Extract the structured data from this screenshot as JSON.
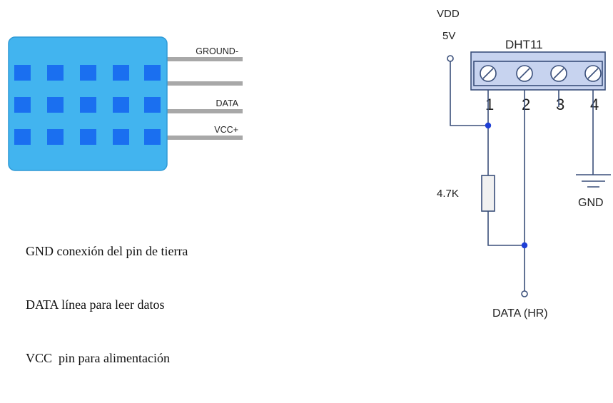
{
  "sensor_figure": {
    "pin_labels": {
      "ground": "GROUND-",
      "data": "DATA",
      "vcc": "VCC+"
    },
    "colors": {
      "body": "#42b4ef",
      "body_edge": "#2f9ad6",
      "squares": "#1a6ff0",
      "pins": "#a8a8a8"
    }
  },
  "description": {
    "lines": [
      "GND conexión del pin de tierra",
      "DATA línea para leer datos",
      "VCC  pin para alimentación"
    ]
  },
  "schematic": {
    "supply_label": "VDD",
    "supply_value": "5V",
    "component_label": "DHT11",
    "pin_numbers": [
      "1",
      "2",
      "3",
      "4"
    ],
    "resistor_label": "4.7K",
    "ground_label": "GND",
    "output_label": "DATA (HR)",
    "colors": {
      "wire": "#3a4f7a",
      "junction": "#1f3fd6",
      "connector_fill": "#c7d3ef",
      "resistor_fill": "#f1f1f1"
    }
  }
}
